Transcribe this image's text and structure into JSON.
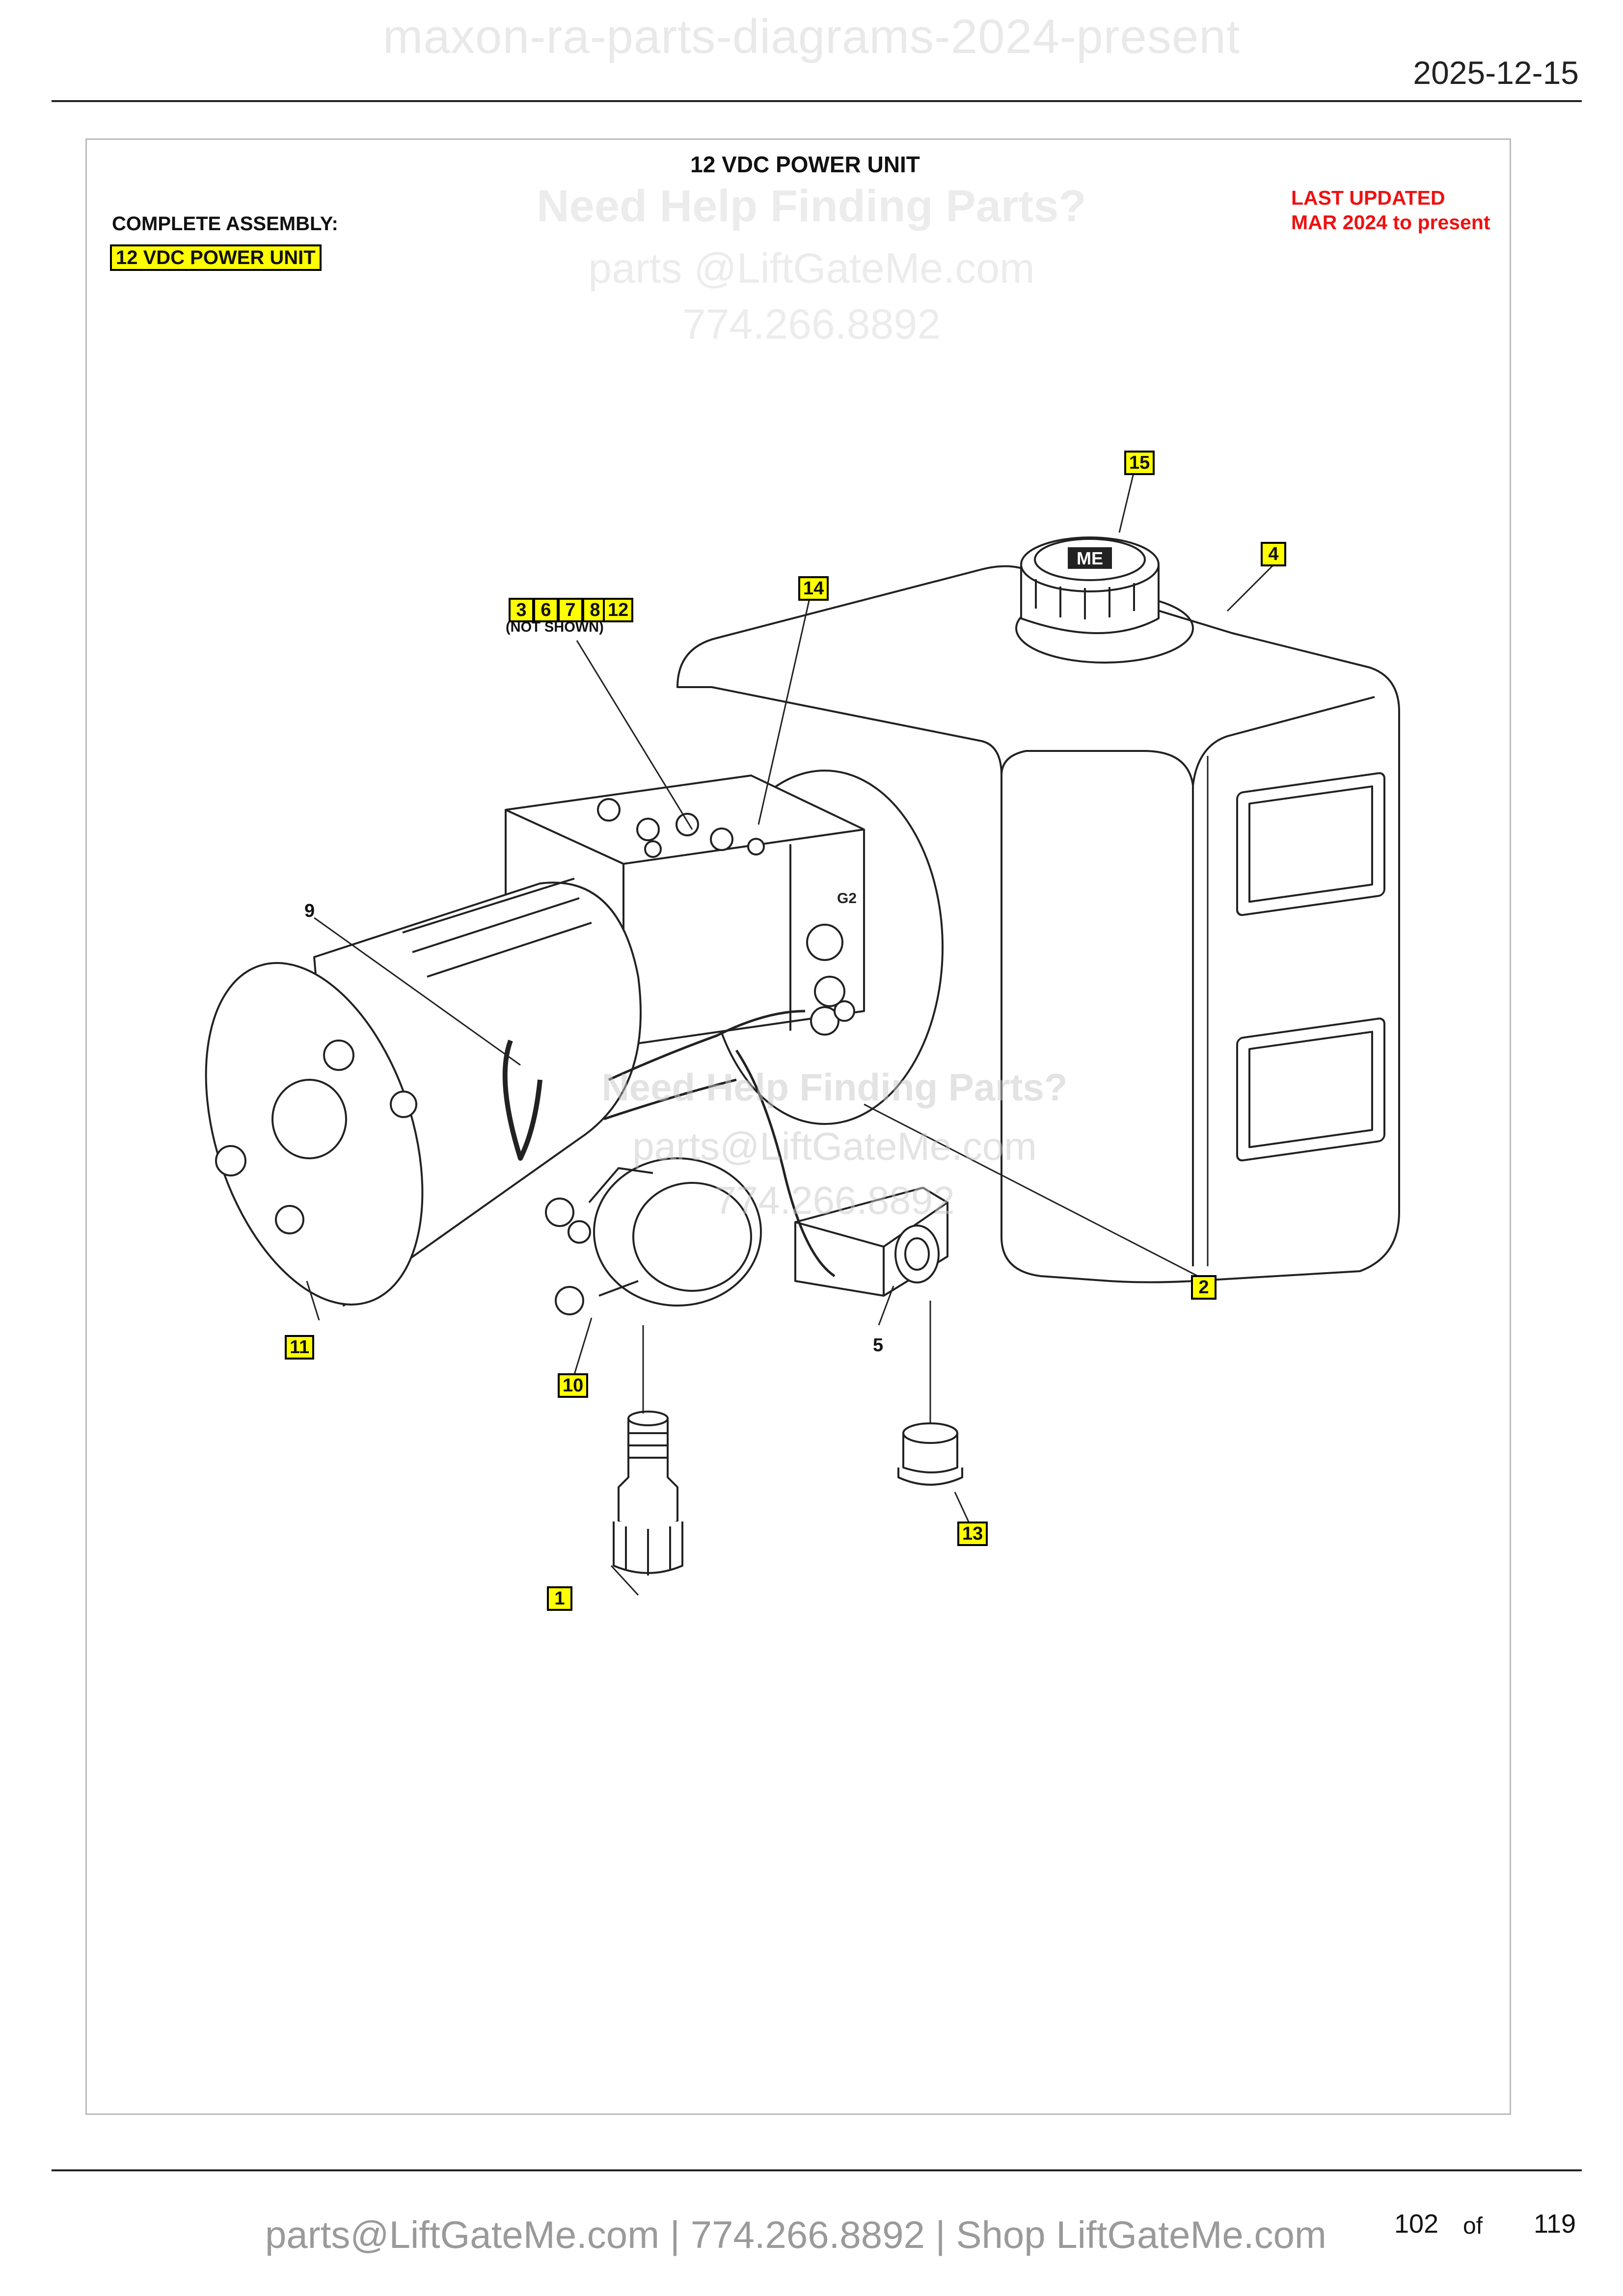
{
  "header": {
    "doc_title": "maxon-ra-parts-diagrams-2024-present",
    "date": "2025-12-15"
  },
  "sheet": {
    "title": "12 VDC POWER UNIT",
    "assembly_label": "COMPLETE ASSEMBLY:",
    "assembly_name": "12 VDC POWER UNIT",
    "last_updated": "LAST UPDATED",
    "updated_range": "MAR 2024 to present"
  },
  "watermark": {
    "help": "Need Help Finding Parts?",
    "email": "parts @LiftGateMe.com",
    "phone": "774.266.8892",
    "help_center": "Need Help Finding Parts?",
    "email_center": "parts@LiftGateMe.com",
    "phone_center": "774.266.8892"
  },
  "callouts": {
    "c1": "1",
    "c2": "2",
    "c3": "3",
    "c4": "4",
    "c5": "5",
    "c6": "6",
    "c7": "7",
    "c8": "8",
    "c9": "9",
    "c10": "10",
    "c11": "11",
    "c12": "12",
    "c13": "13",
    "c14": "14",
    "c15": "15",
    "not_shown": "(NOT SHOWN)"
  },
  "cap_logo": "ME",
  "valve_block_label": "G2",
  "footer": {
    "contact": "parts@LiftGateMe.com | 774.266.8892 | Shop LiftGateMe.com",
    "page": "102",
    "of": "of",
    "total": "119"
  }
}
